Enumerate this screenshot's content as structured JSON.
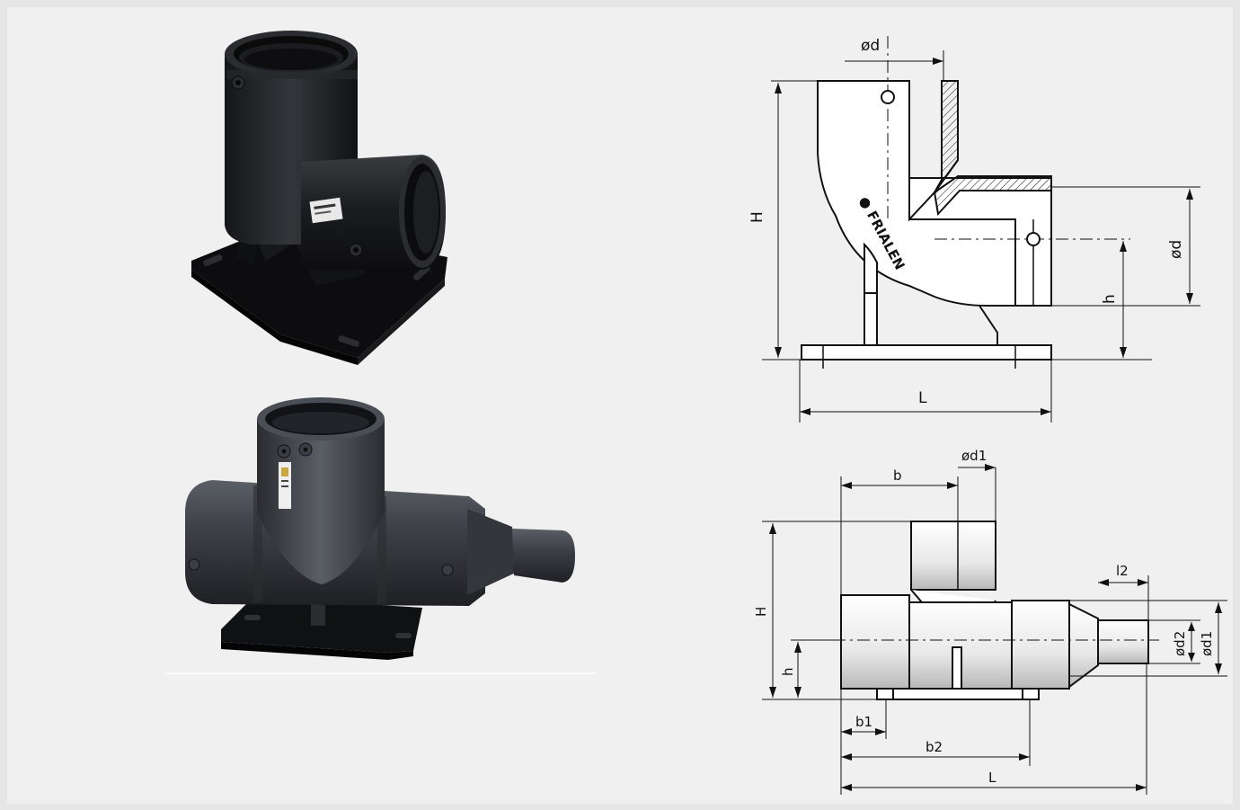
{
  "drawing_elbow": {
    "od_top": "ød",
    "od_right": "ød",
    "H": "H",
    "h": "h",
    "L": "L",
    "brand": "● FRIALEN"
  },
  "drawing_tee": {
    "od1_top": "ød1",
    "b": "b",
    "l2": "l2",
    "H": "H",
    "h": "h",
    "od2": "ød2",
    "od1_right": "ød1",
    "b1": "b1",
    "b2": "b2",
    "L": "L"
  },
  "colors": {
    "background": "#f0f0f0",
    "fitting_black": "#1e1e20",
    "fitting_grey": "#3a3d42",
    "line": "#111111"
  }
}
